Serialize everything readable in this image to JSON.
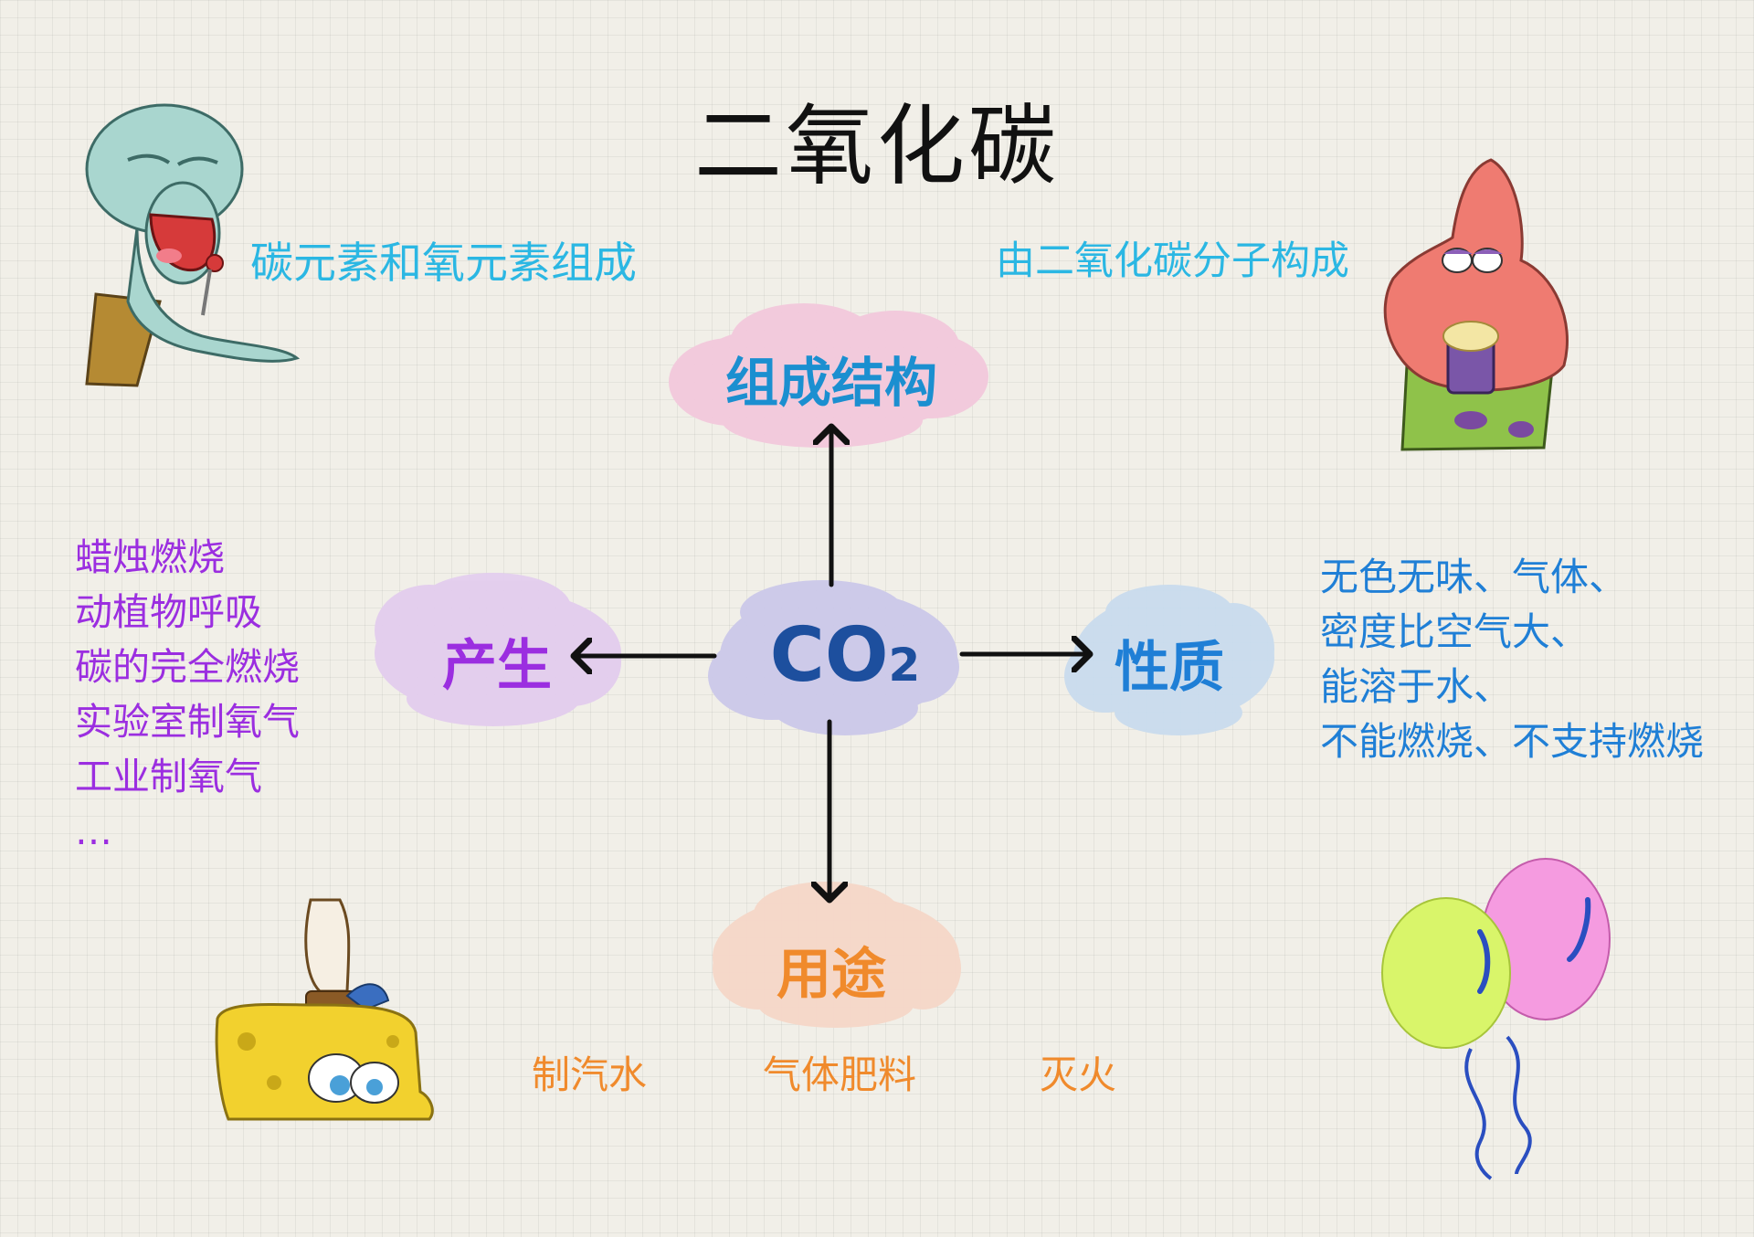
{
  "title": "二氧化碳",
  "center": {
    "main": "CO",
    "sub": "2"
  },
  "nodes": {
    "structure": "组成结构",
    "production": "产生",
    "properties": "性质",
    "uses": "用途"
  },
  "notes": {
    "elements": "碳元素和氧元素组成",
    "molecules": "由二氧化碳分子构成"
  },
  "production_items": [
    "蜡烛燃烧",
    "动植物呼吸",
    "碳的完全燃烧",
    "实验室制氧气",
    "工业制氧气",
    "…"
  ],
  "property_items": [
    "无色无味、气体、",
    "密度比空气大、",
    "能溶于水、",
    "不能燃烧、不支持燃烧"
  ],
  "use_items": [
    "制汽水",
    "气体肥料",
    "灭火"
  ],
  "colors": {
    "note_cyan": "#2bb7e3",
    "production_purple": "#9b2ee0",
    "property_blue": "#1f7fd6",
    "use_orange": "#f08a2c",
    "structure_blue": "#1b8fd0",
    "center_navy": "#1d4f9e"
  }
}
